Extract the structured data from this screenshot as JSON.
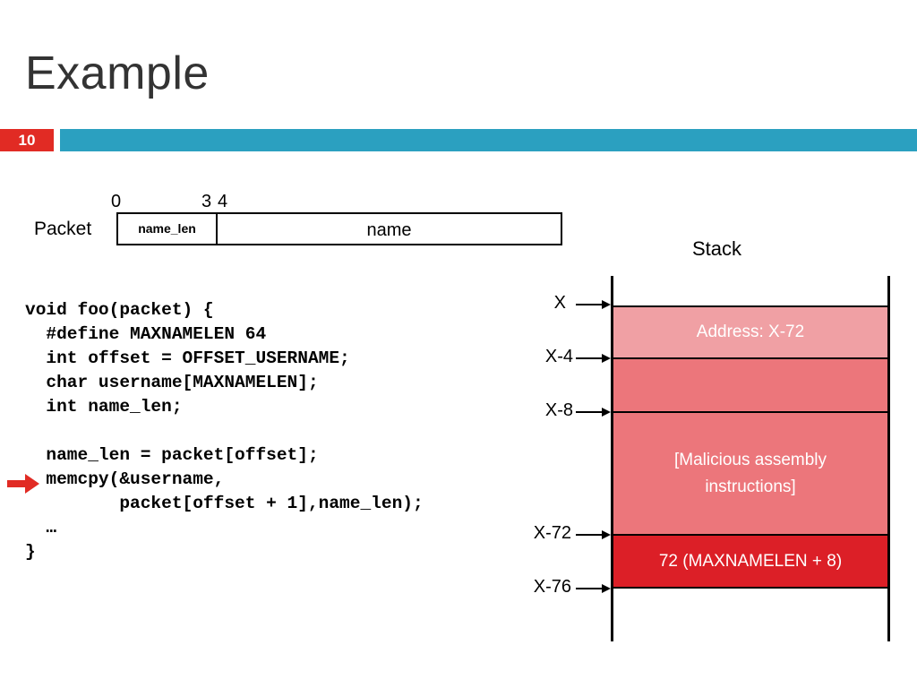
{
  "slide": {
    "title": "Example",
    "number": "10",
    "colors": {
      "accent_red": "#e12b24",
      "header_blue": "#2ba0c0"
    }
  },
  "packet": {
    "label": "Packet",
    "offsets": [
      "0",
      "3",
      "4"
    ],
    "fields": [
      {
        "label": "name_len"
      },
      {
        "label": "name"
      }
    ]
  },
  "code": {
    "lines": [
      "void foo(packet) {",
      "  #define MAXNAMELEN 64",
      "  int offset = OFFSET_USERNAME;",
      "  char username[MAXNAMELEN];",
      "  int name_len;",
      "",
      "  name_len = packet[offset];",
      "  memcpy(&username,",
      "         packet[offset + 1],name_len);",
      "  …",
      "}"
    ],
    "current_line_marker": "arrow-right-icon"
  },
  "stack": {
    "title": "Stack",
    "address_labels": [
      "X",
      "X-4",
      "X-8",
      "X-72",
      "X-76"
    ],
    "cells": [
      {
        "text": "Address: X-72",
        "color": "#f0a0a4"
      },
      {
        "text": "",
        "color": "#ec767b"
      },
      {
        "text": "[Malicious assembly instructions]",
        "color": "#ec767b"
      },
      {
        "text": "72 (MAXNAMELEN + 8)",
        "color": "#dc1f27"
      }
    ]
  }
}
